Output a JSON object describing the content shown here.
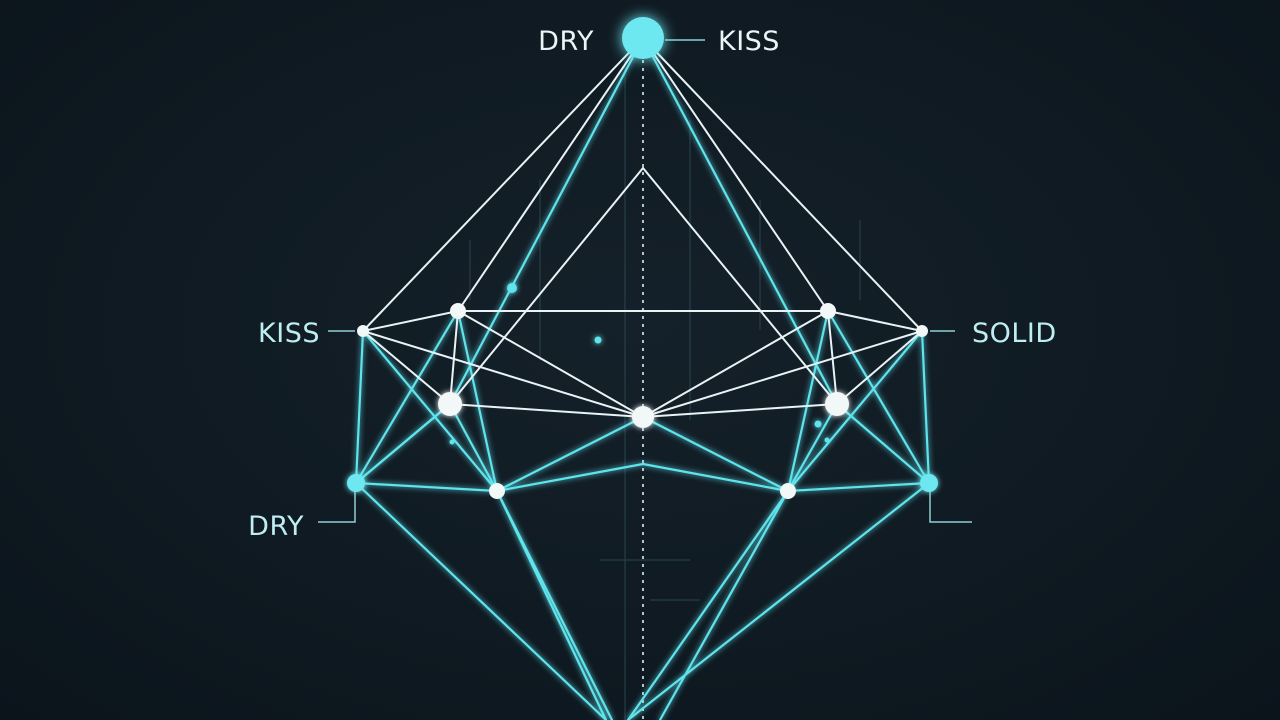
{
  "labels": {
    "top_left": "DRY",
    "top_right": "KISS",
    "mid_left": "KISS",
    "mid_right": "SOLID",
    "bottom_left": "DRY"
  },
  "colors": {
    "background": "#0f1a22",
    "cyan": "#5fe3ec",
    "white": "#e9f3f5",
    "label": "#bfeef2"
  }
}
